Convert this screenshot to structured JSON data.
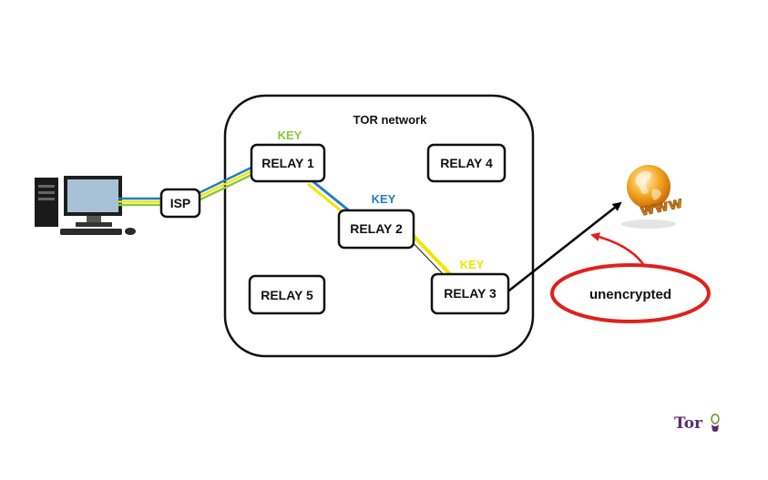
{
  "network": {
    "title": "TOR network"
  },
  "nodes": {
    "isp": "ISP",
    "relay1": "RELAY 1",
    "relay2": "RELAY 2",
    "relay3": "RELAY 3",
    "relay4": "RELAY 4",
    "relay5": "RELAY 5"
  },
  "keys": {
    "relay1": {
      "label": "KEY",
      "color": "#8cc63f"
    },
    "relay2": {
      "label": "KEY",
      "color": "#1f7ec1"
    },
    "relay3": {
      "label": "KEY",
      "color": "#f2e600"
    }
  },
  "callout": {
    "label": "unencrypted",
    "color": "#e0201b"
  },
  "internet": {
    "label": "www"
  },
  "logo": {
    "text": "Tor"
  }
}
